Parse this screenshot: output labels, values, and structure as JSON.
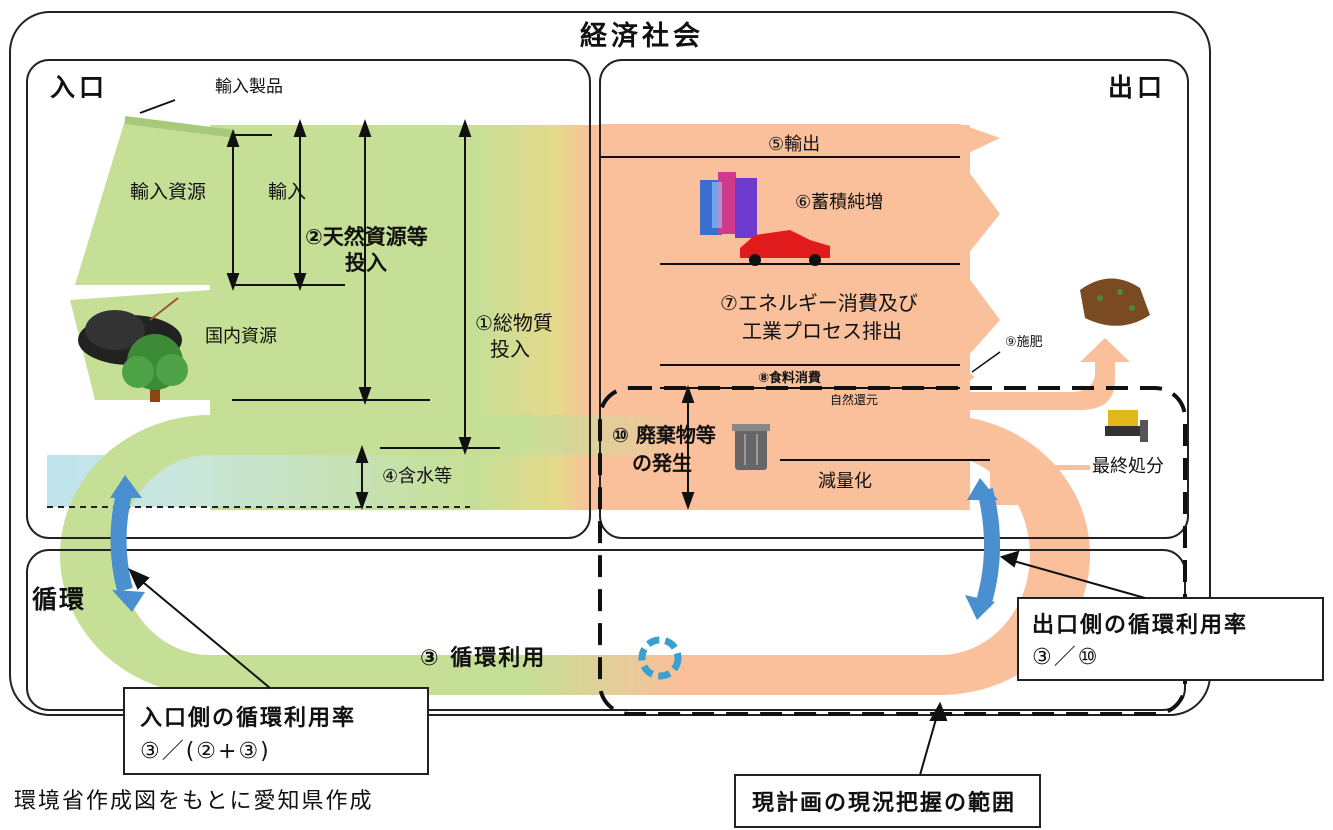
{
  "title": "経済社会",
  "zones": {
    "inlet": "入口",
    "outlet": "出口",
    "cycle": "循環"
  },
  "inputs": {
    "imported_products": "輸入製品",
    "imported_resources": "輸入資源",
    "imports": "輸入",
    "natural_resources": [
      "②天然資源等",
      "投入"
    ],
    "total_material_input": [
      "①総物質",
      "投入"
    ],
    "domestic_resources": "国内資源",
    "water_content": "④含水等"
  },
  "outputs": {
    "exports": "⑤輸出",
    "net_accumulation": "⑥蓄積純増",
    "energy_process": [
      "⑦エネルギー消費及び",
      "工業プロセス排出"
    ],
    "food": "⑧食料消費",
    "fertilizer": "⑨施肥",
    "natural_return": "自然還元",
    "waste": [
      "⑩ 廃棄物等",
      "の発生"
    ],
    "reduction": "減量化",
    "final_disposal": "最終処分"
  },
  "cycle": {
    "recycling_use": "③ 循環利用"
  },
  "callouts": {
    "inlet_rate": [
      "入口側の循環利用率",
      "③／(②+③)"
    ],
    "outlet_rate": [
      "出口側の循環利用率",
      "③／⑩"
    ],
    "scope": "現計画の現況把握の範囲"
  },
  "credit": "環境省作成図をもとに愛知県作成",
  "colors": {
    "green": "#c6df97",
    "orange": "#f9c09b",
    "water": "#bfe4ee",
    "arrow_blue": "#4a90d0"
  }
}
